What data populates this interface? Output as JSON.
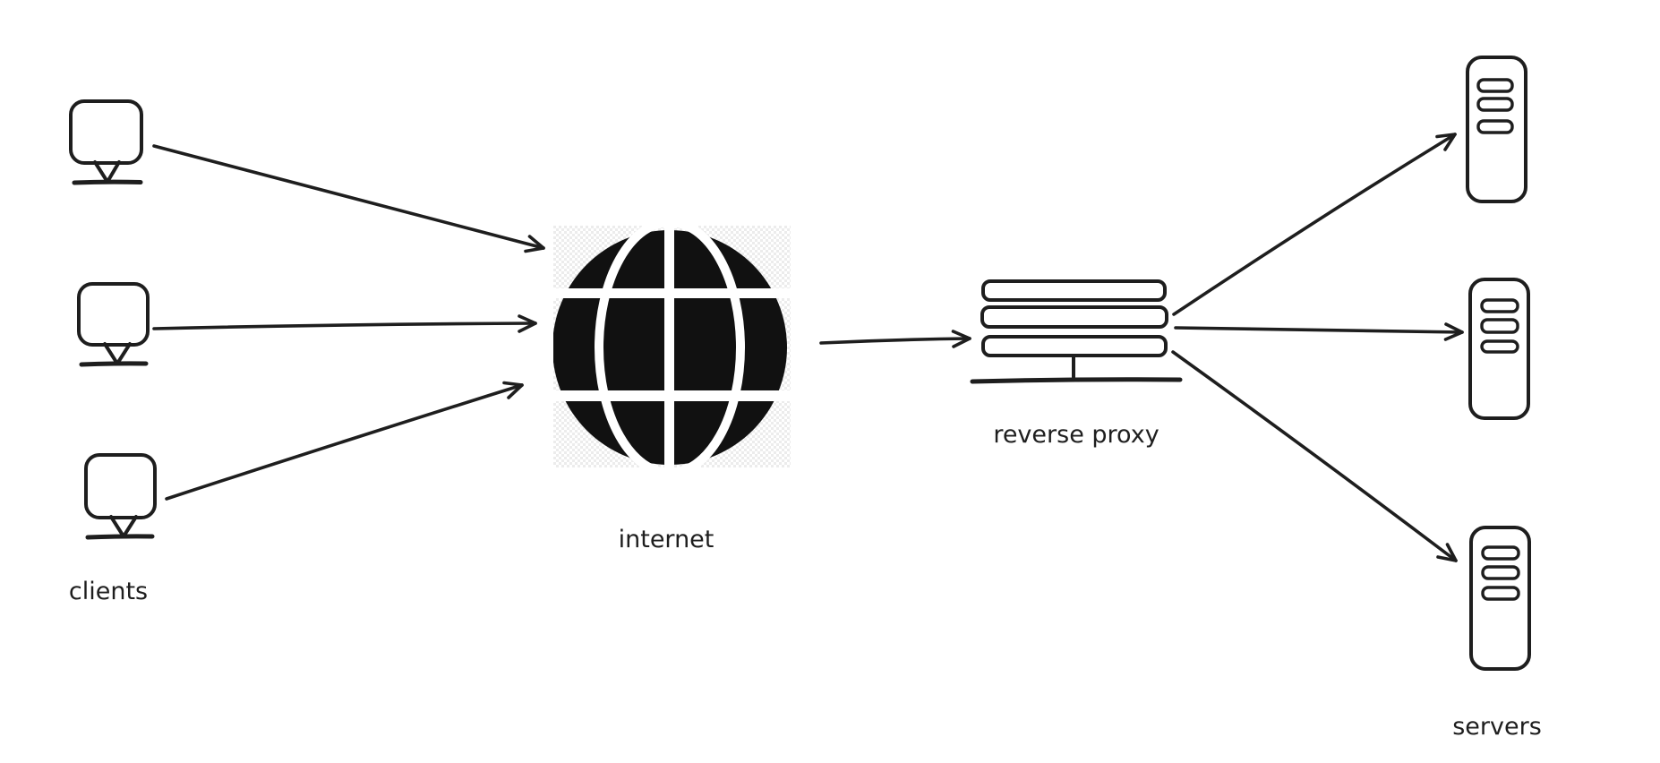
{
  "diagram": {
    "type": "reverse-proxy-architecture",
    "style": "hand-drawn",
    "background_color": "#ffffff",
    "stroke_color": "#1e1e1e",
    "globe_fill": "#111111",
    "checker_light": "#ffffff",
    "checker_gray": "#ececec",
    "labels": {
      "clients": "clients",
      "internet": "internet",
      "reverse_proxy": "reverse proxy",
      "servers": "servers"
    },
    "nodes": [
      {
        "id": "clients",
        "label": "clients",
        "icon": "monitor-icon",
        "count": 3
      },
      {
        "id": "internet",
        "label": "internet",
        "icon": "globe-icon",
        "count": 1
      },
      {
        "id": "reverse-proxy",
        "label": "reverse proxy",
        "icon": "proxy-stack-icon",
        "count": 1
      },
      {
        "id": "servers",
        "label": "servers",
        "icon": "server-tower-icon",
        "count": 3
      }
    ],
    "edges": [
      {
        "from": "client-1",
        "to": "internet"
      },
      {
        "from": "client-2",
        "to": "internet"
      },
      {
        "from": "client-3",
        "to": "internet"
      },
      {
        "from": "internet",
        "to": "reverse-proxy"
      },
      {
        "from": "reverse-proxy",
        "to": "server-1"
      },
      {
        "from": "reverse-proxy",
        "to": "server-2"
      },
      {
        "from": "reverse-proxy",
        "to": "server-3"
      }
    ]
  }
}
